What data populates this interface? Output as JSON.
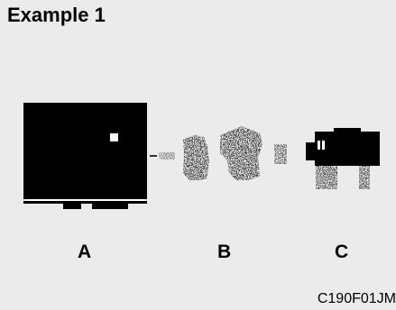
{
  "title": "Example 1",
  "labels": {
    "a": "A",
    "b": "B",
    "c": "C"
  },
  "figure_code": "C190F01JM"
}
